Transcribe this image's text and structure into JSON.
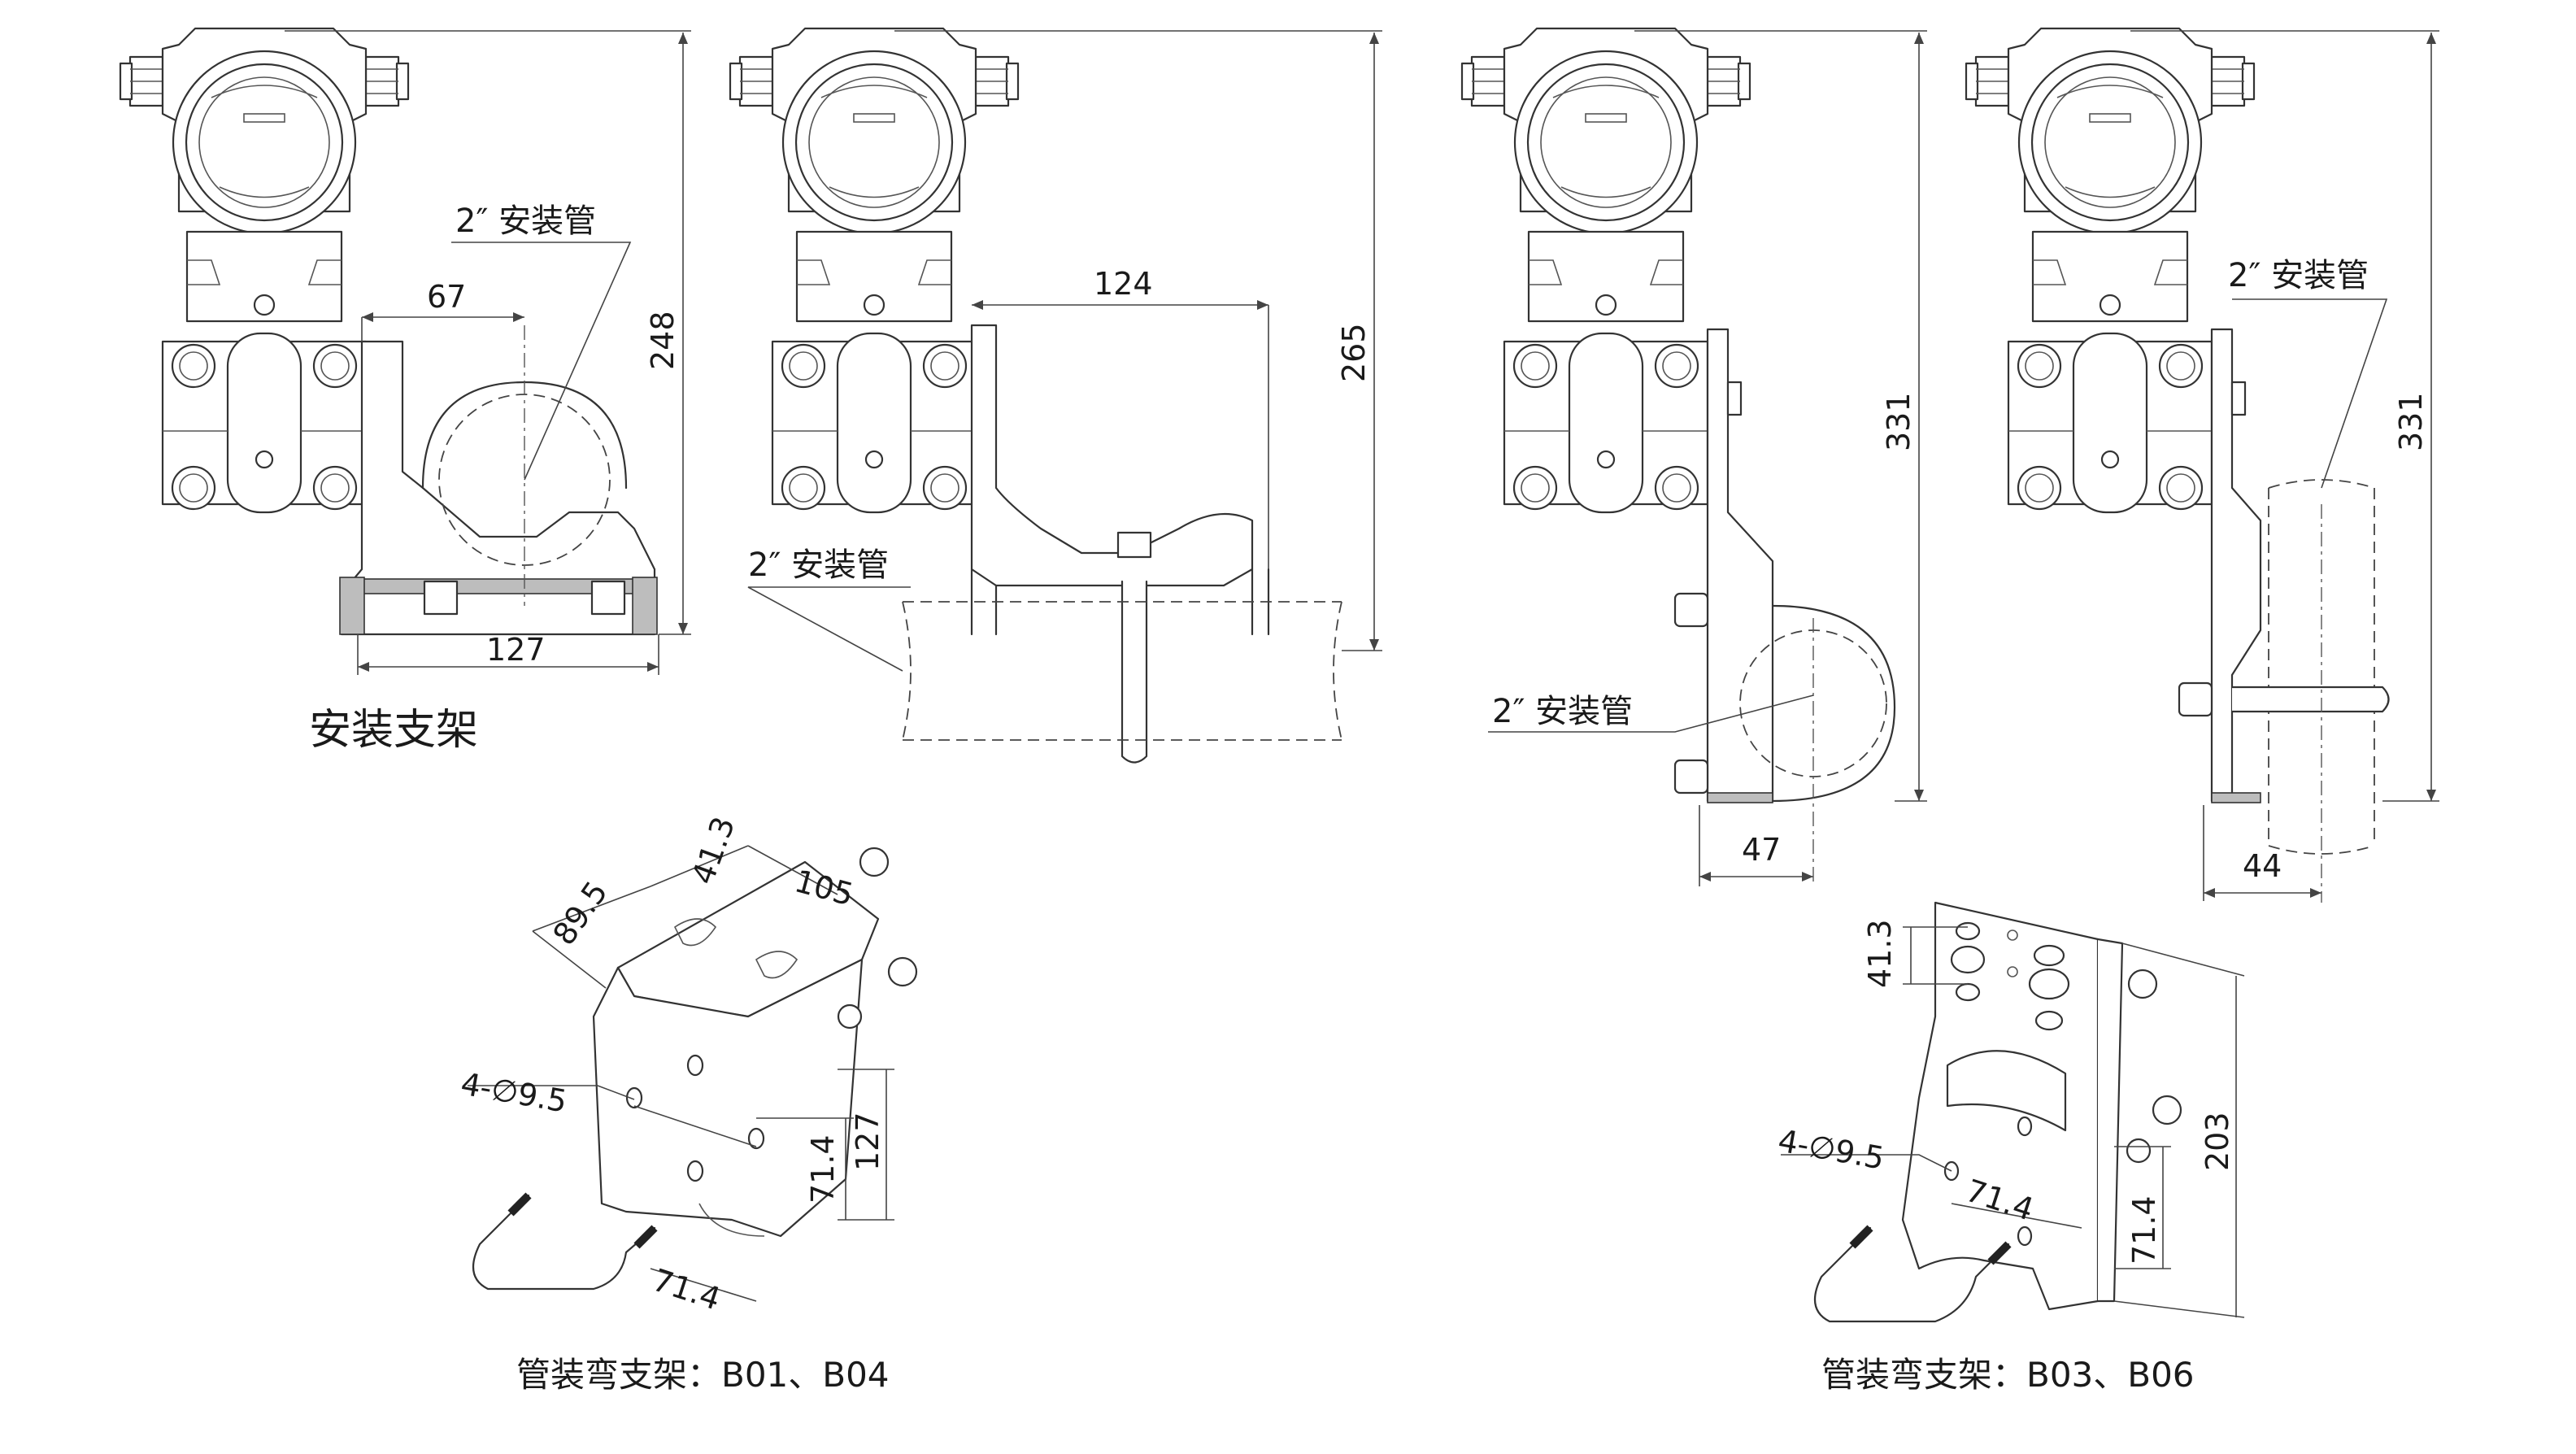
{
  "labels": {
    "pipe_a": "2″ 安装管",
    "pipe_b": "2″ 安装管",
    "pipe_c": "2″ 安装管",
    "pipe_d": "2″ 安装管",
    "bracket_title": "安装支架",
    "caption_left": "管装弯支架：B01、B04",
    "caption_right": "管装弯支架：B03、B06"
  },
  "dims": {
    "d67": "67",
    "d127_top": "127",
    "d248": "248",
    "d124": "124",
    "d265": "265",
    "d331_a": "331",
    "d47": "47",
    "d331_b": "331",
    "d44": "44",
    "bl_413": "41.3",
    "bl_895": "89.5",
    "bl_105": "105",
    "bl_hole": "4-∅9.5",
    "bl_714a": "71.4",
    "bl_127": "127",
    "bl_714b": "71.4",
    "br_413": "41.3",
    "br_203": "203",
    "br_hole": "4-∅9.5",
    "br_714a": "71.4",
    "br_714b": "71.4"
  },
  "colors": {
    "line": "#333333",
    "background": "#ffffff",
    "shade": "#bdbdbd"
  }
}
